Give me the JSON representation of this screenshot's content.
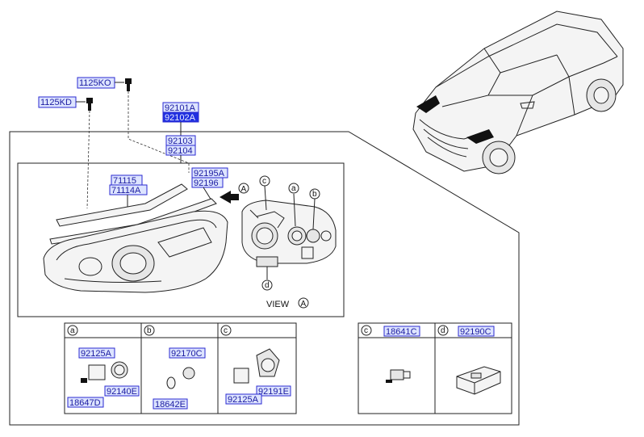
{
  "parts": {
    "p1125KO": "1125KO",
    "p1125KD": "1125KD",
    "p92101A": "92101A",
    "p92102A": "92102A",
    "p92103": "92103",
    "p92104": "92104",
    "p92195A": "92195A",
    "p92196": "92196",
    "p71115": "71115",
    "p71114A": "71114A"
  },
  "view": {
    "label": "VIEW",
    "letter": "A"
  },
  "callouts": {
    "a": "a",
    "b": "b",
    "c": "c",
    "d": "d",
    "A": "A"
  },
  "sub_a": {
    "letter": "a",
    "p1": "92125A",
    "p2": "92140E",
    "p3": "18647D"
  },
  "sub_b": {
    "letter": "b",
    "p1": "92170C",
    "p2": "18642E"
  },
  "sub_c": {
    "letter": "c",
    "p1": "92191E",
    "p2": "92125A"
  },
  "sub_c2": {
    "letter": "c",
    "p1": "18641C"
  },
  "sub_d": {
    "letter": "d",
    "p1": "92190C"
  }
}
